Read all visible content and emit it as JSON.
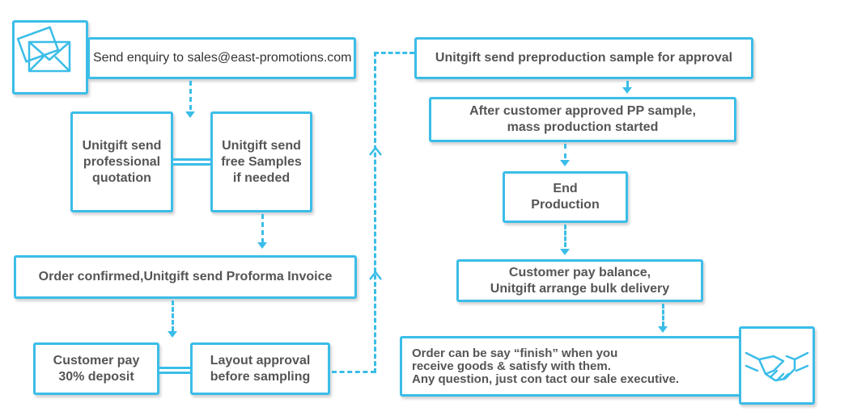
{
  "steps": {
    "enquiry": "Send enquiry to sales@east-promotions.com",
    "quotation": "Unitgift send\nprofessional\nquotation",
    "samples": "Unitgift send\nfree Samples\nif needed",
    "order": "Order confirmed,Unitgift send Proforma Invoice",
    "deposit": "Customer pay\n30% deposit",
    "layout": "Layout approval\nbefore sampling",
    "preproduction": "Unitgift send preproduction sample for approval",
    "mass": "After customer approved PP sample,\nmass production started",
    "end": "End\nProduction",
    "balance": "Customer pay balance,\nUnitgift arrange bulk delivery",
    "finish": "Order can be say “finish” when you\nreceive goods & satisfy with them.\nAny question, just con tact our sale executive."
  },
  "icons": {
    "envelope": "envelope-icon",
    "handshake": "handshake-icon"
  },
  "colors": {
    "accent": "#3bbde8",
    "text": "#555555"
  }
}
